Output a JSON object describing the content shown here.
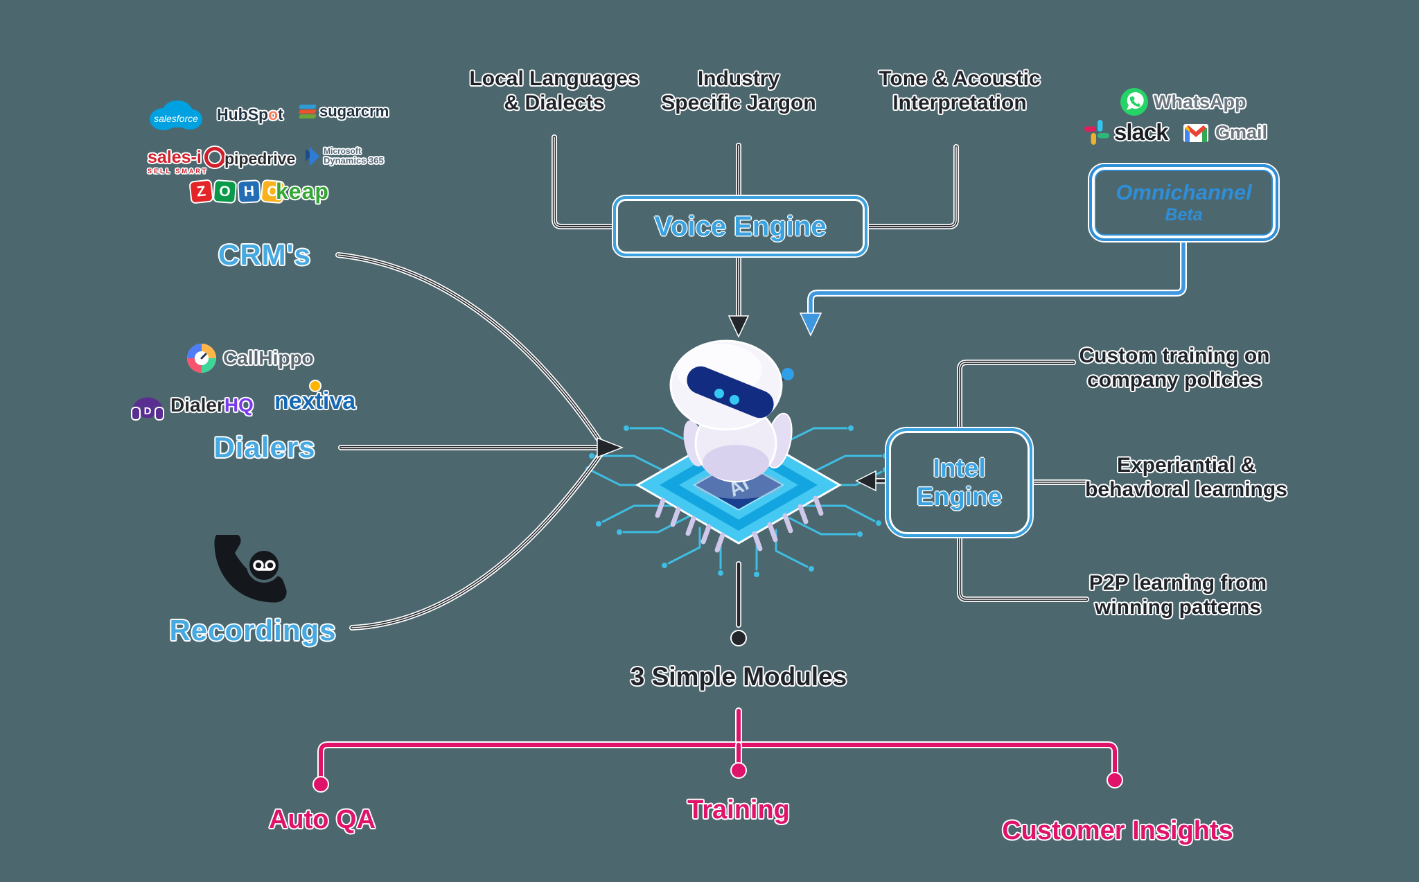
{
  "left": {
    "crm_label": "CRM's",
    "dialers_label": "Dialers",
    "recordings_label": "Recordings",
    "logos": {
      "salesforce": "salesforce",
      "hubspot_pre": "HubSp",
      "hubspot_o": "o",
      "hubspot_post": "t",
      "sugarcrm": "sugarcrm",
      "salesi": "sales-i",
      "salesi_tag": "SELL SMART",
      "pipedrive": "pipedrive",
      "ms_line1": "Microsoft",
      "ms_line2": "Dynamics 365",
      "zoho": [
        "Z",
        "O",
        "H",
        "O"
      ],
      "keap": "keap",
      "callhippo": "CallHippo",
      "dialer_pre": "Dialer",
      "dialer_post": "HQ",
      "nextiva": "nextiva"
    }
  },
  "voice": {
    "title": "Voice Engine",
    "inputs": [
      {
        "l1": "Local Languages",
        "l2": "& Dialects"
      },
      {
        "l1": "Industry",
        "l2": "Specific Jargon"
      },
      {
        "l1": "Tone & Acoustic",
        "l2": "Interpretation"
      }
    ]
  },
  "omni": {
    "title": "Omnichannel",
    "subtitle": "Beta",
    "apps": [
      "WhatsApp",
      "slack",
      "Gmail"
    ]
  },
  "intel": {
    "line1": "Intel",
    "line2": "Engine",
    "features": [
      {
        "l1": "Custom training on",
        "l2": "company policies"
      },
      {
        "l1": "Experiantial &",
        "l2": "behavioral learnings"
      },
      {
        "l1": "P2P learning from",
        "l2": "winning patterns"
      }
    ]
  },
  "center": {
    "chip_label": "AI"
  },
  "bottom": {
    "title": "3 Simple Modules",
    "modules": [
      "Auto QA",
      "Training",
      "Customer Insights"
    ]
  },
  "colors": {
    "background": "#4C676E",
    "label_blue": "#46A9E2",
    "engine_blue": "#3BA2E0",
    "omni_blue": "#2E8FD8",
    "pink": "#E0136B",
    "text_dark": "#20242A",
    "arrow_blue": "#3F97E0"
  }
}
